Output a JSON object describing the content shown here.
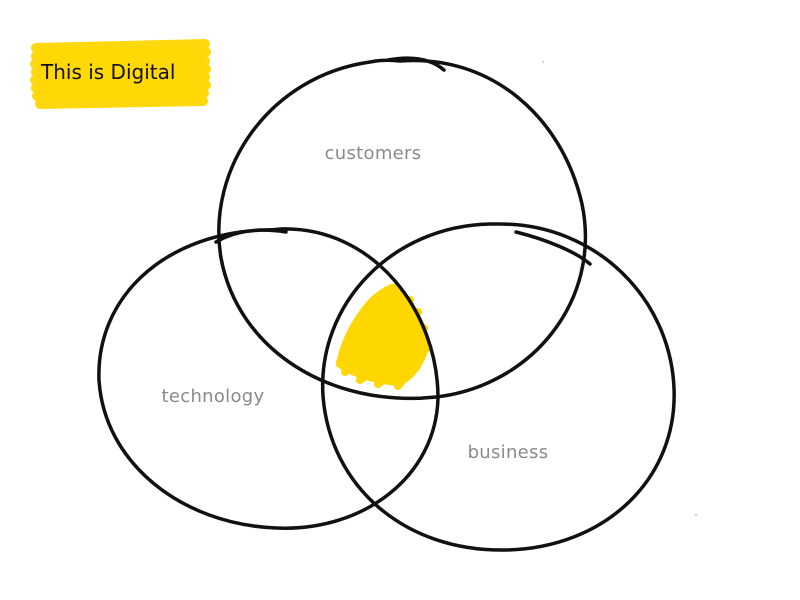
{
  "title": {
    "text": "This is Digital",
    "highlight_color": "#FFD700"
  },
  "diagram": {
    "type": "venn",
    "sets": [
      {
        "label": "customers"
      },
      {
        "label": "technology"
      },
      {
        "label": "business"
      }
    ],
    "intersection_highlight_color": "#FFD700",
    "outline_color": "#111111",
    "label_color": "#8a8a8a"
  }
}
